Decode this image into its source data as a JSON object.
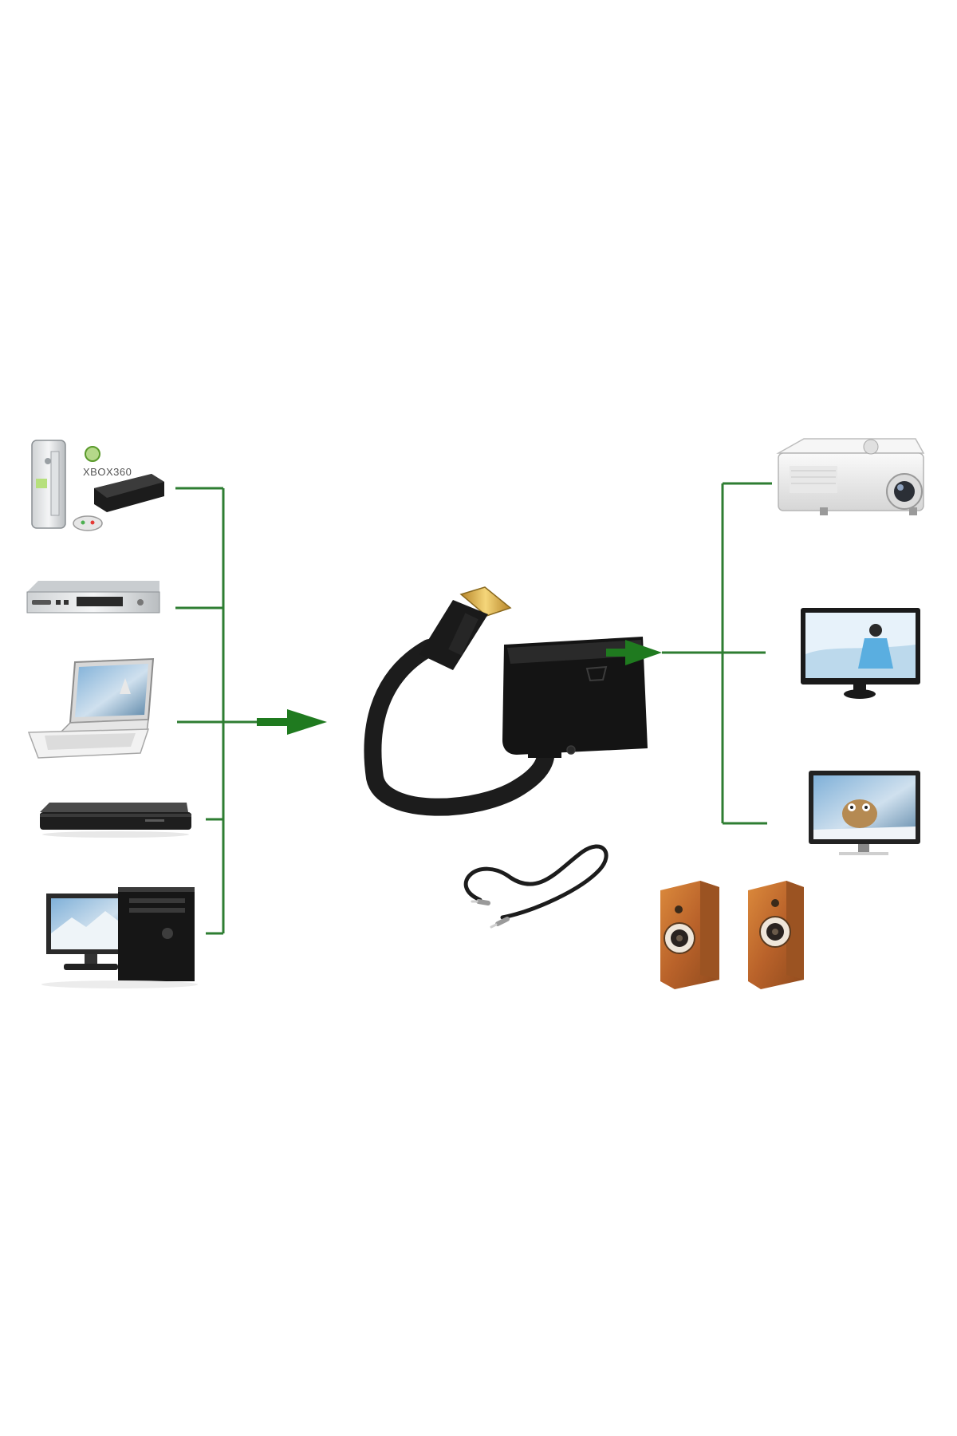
{
  "diagram": {
    "colors": {
      "background": "#ffffff",
      "connector_line": "#2e7d32",
      "arrow": "#1f7a1f",
      "device_dark": "#1e1e1e",
      "adapter_body": "#151515",
      "hdmi_gold": "#e0b64a",
      "speaker_wood": "#c8752c",
      "projector_body": "#ececec"
    },
    "logos": {
      "console_brand": "XBOX360"
    },
    "sources": {
      "items": [
        {
          "name": "game-consoles",
          "icon": "game-console-icon"
        },
        {
          "name": "dvd-player",
          "icon": "dvd-player-icon"
        },
        {
          "name": "laptop",
          "icon": "laptop-icon"
        },
        {
          "name": "blu-ray-player",
          "icon": "bluray-player-icon"
        },
        {
          "name": "desktop-pc",
          "icon": "desktop-pc-icon"
        }
      ]
    },
    "adapter": {
      "input": "hdmi-connector-icon",
      "output": "vga-port-icon",
      "audio": "audio-jack-icon",
      "cable": "aux-cable-icon"
    },
    "outputs": {
      "items": [
        {
          "name": "projector",
          "icon": "projector-icon"
        },
        {
          "name": "monitor",
          "icon": "monitor-icon"
        },
        {
          "name": "tv",
          "icon": "tv-icon"
        },
        {
          "name": "speakers",
          "icon": "speakers-icon"
        }
      ]
    }
  }
}
